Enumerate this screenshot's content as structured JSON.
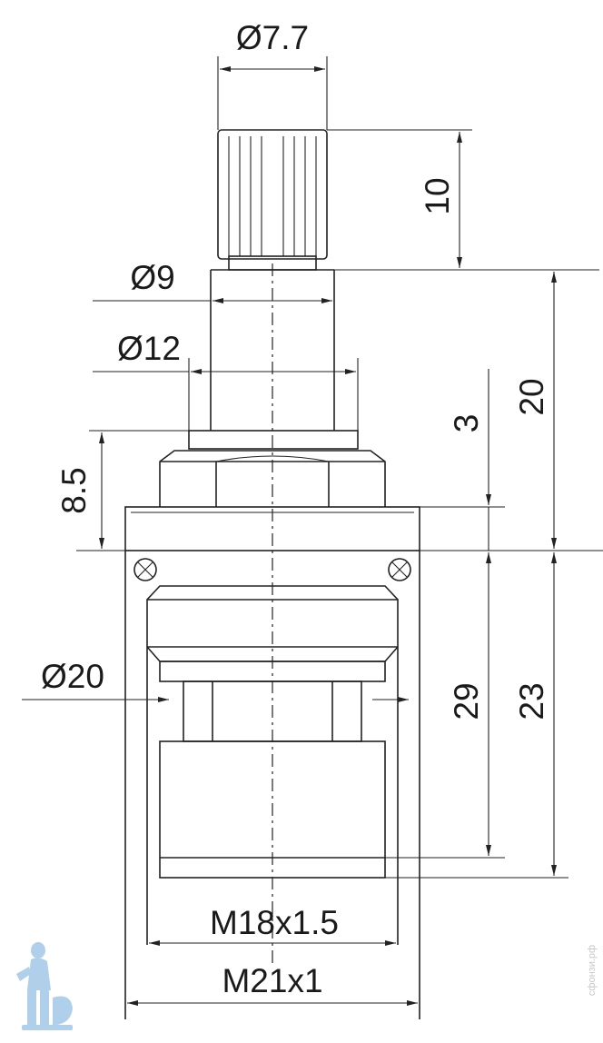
{
  "dimensions": {
    "stem_diameter": "Ø7.7",
    "stem_height": "10",
    "neck_diameter": "Ø9",
    "collar_diameter": "Ø12",
    "nut_height": "8.5",
    "upper_length": "20",
    "collar_gap": "3",
    "body_diameter": "Ø20",
    "body_length_long": "29",
    "body_length": "23",
    "inner_thread": "M18x1.5",
    "outer_thread": "M21x1"
  },
  "watermark": {
    "text": "сфонзи.рф"
  },
  "colors": {
    "line": "#222222",
    "mascot": "#6fa8dc"
  }
}
